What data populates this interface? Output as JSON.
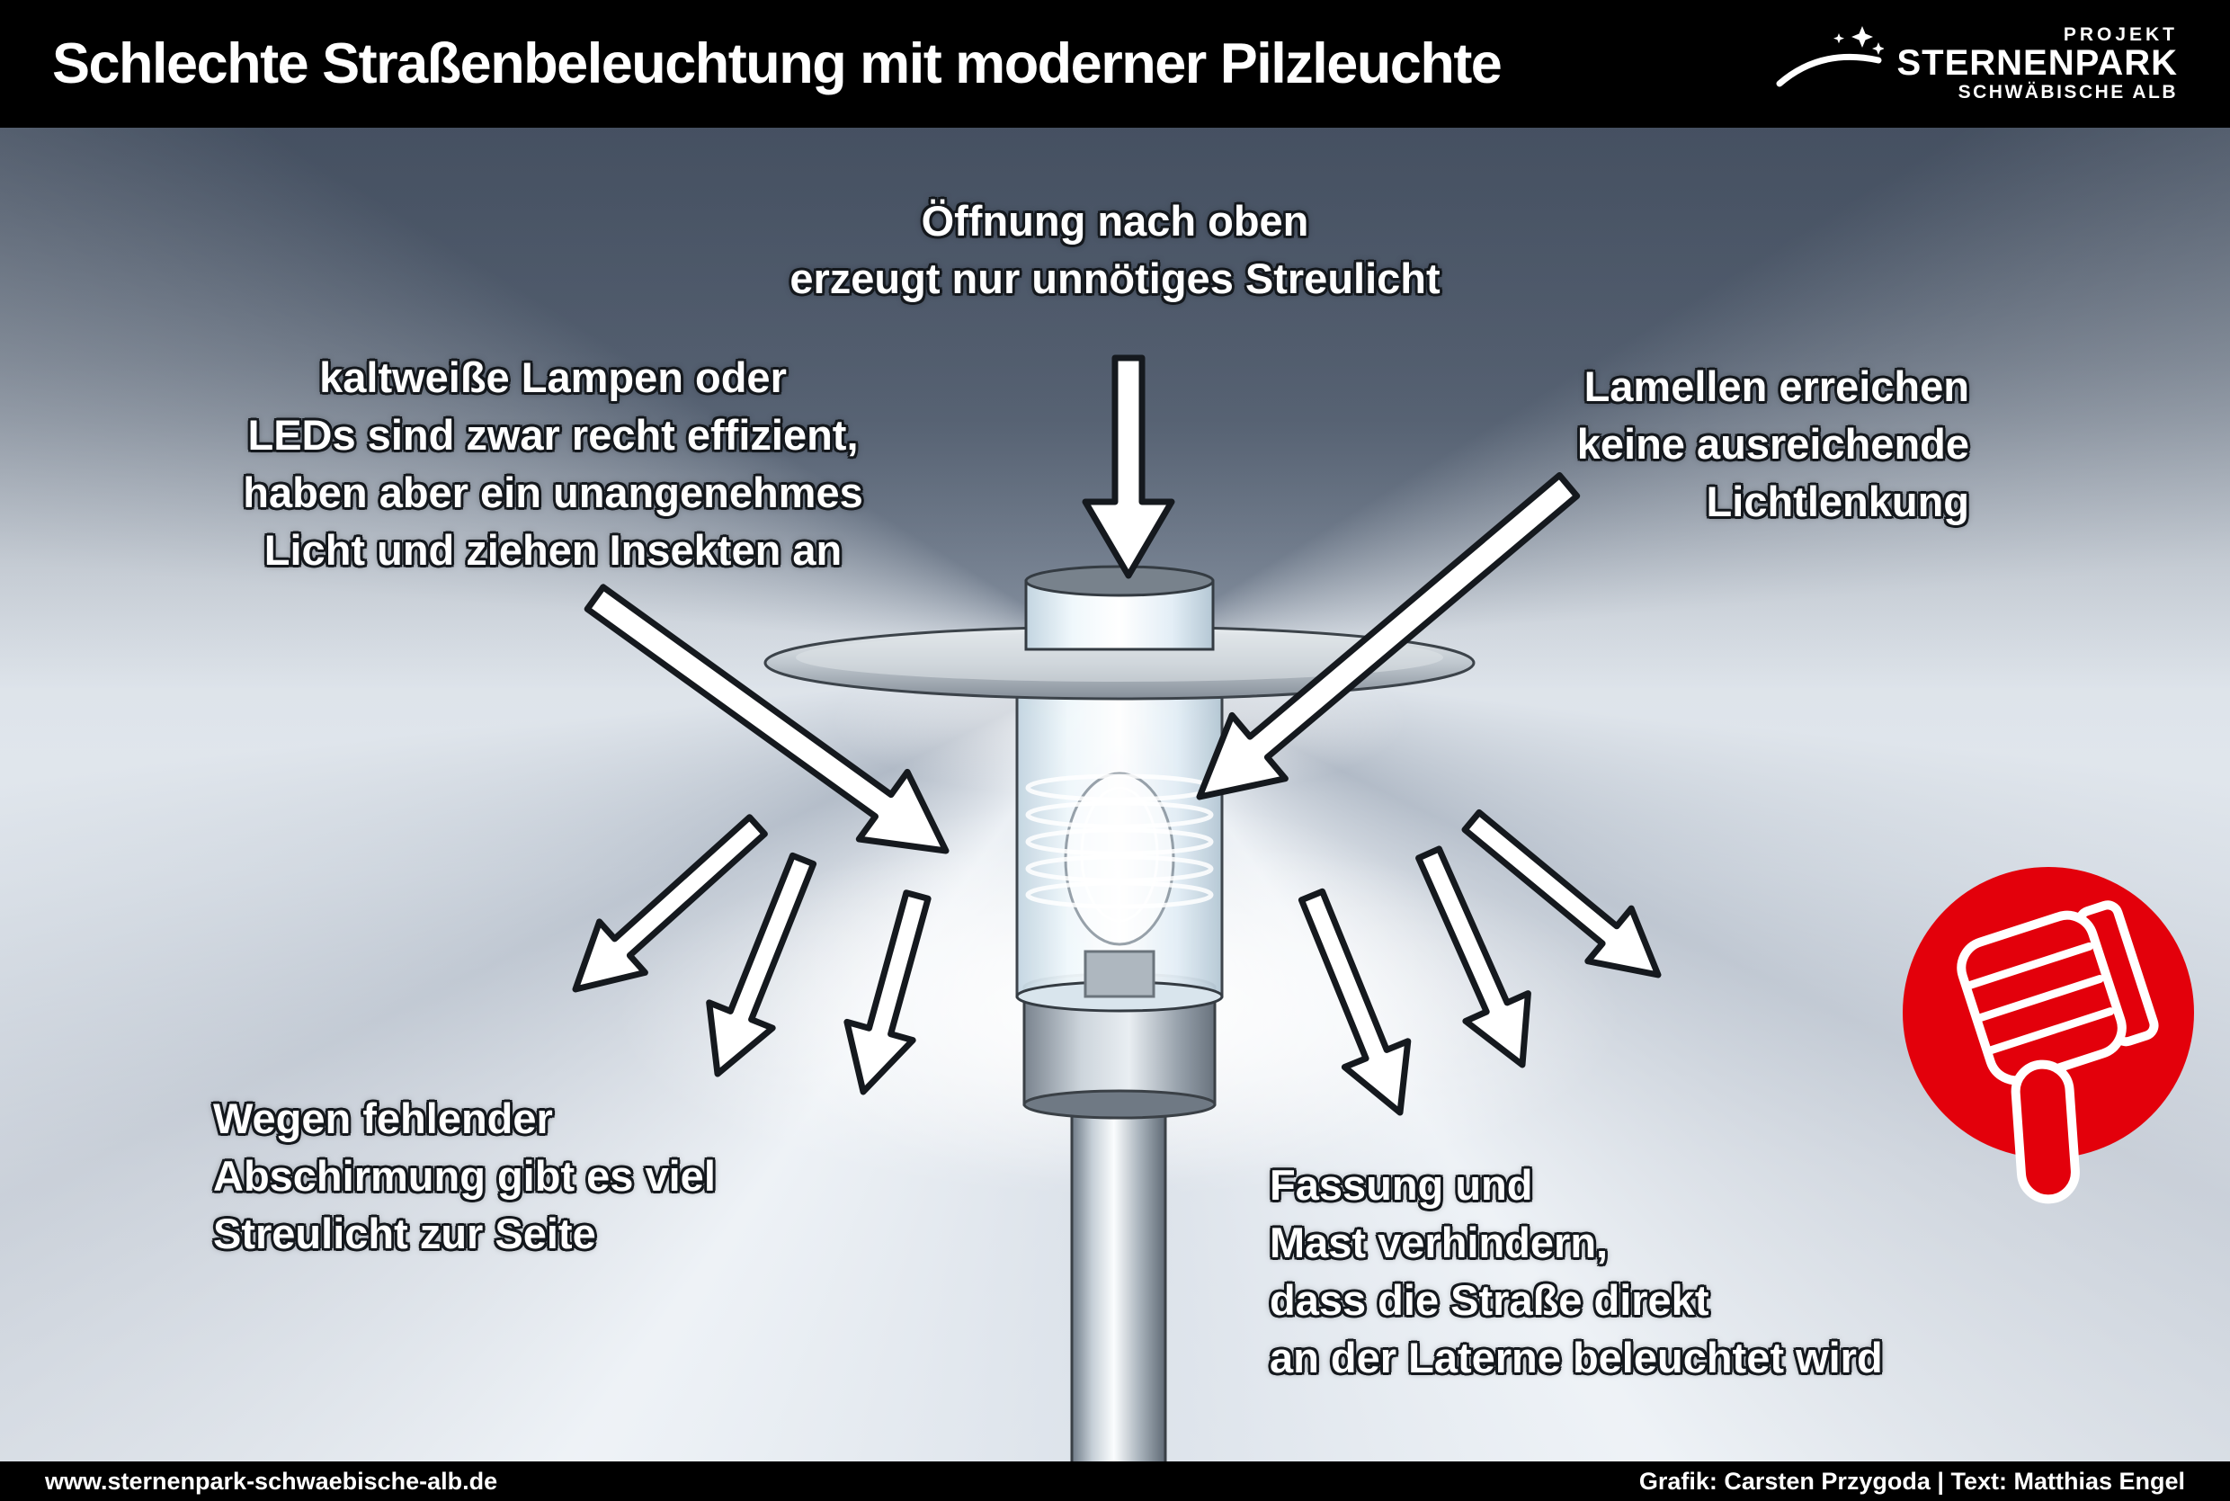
{
  "header": {
    "title": "Schlechte Straßenbeleuchtung mit moderner Pilzleuchte"
  },
  "logo": {
    "projekt": "PROJEKT",
    "name": "STERNENPARK",
    "sub": "SCHWÄBISCHE ALB"
  },
  "annotations": {
    "opening": "Öffnung nach oben\nerzeugt nur unnötiges Streulicht",
    "lamps": "kaltweiße Lampen oder\nLEDs sind zwar recht effizient,\nhaben aber ein unangenehmes\nLicht und ziehen Insekten an",
    "louvers": "Lamellen erreichen\nkeine ausreichende\nLichtlenkung",
    "shielding": "Wegen fehlender\nAbschirmung gibt es viel\nStreulicht zur Seite",
    "mast": "Fassung und\nMast verhindern,\ndass die Straße direkt\nan der Laterne beleuchtet wird"
  },
  "footer": {
    "left": "www.sternenpark-schwaebische-alb.de",
    "right": "Grafik: Carsten Przygoda | Text: Matthias Engel"
  },
  "icons": {
    "verdict": "thumbs-down"
  },
  "colors": {
    "bar": "#000000",
    "stamp_red": "#e3000b",
    "text": "#ffffff"
  }
}
